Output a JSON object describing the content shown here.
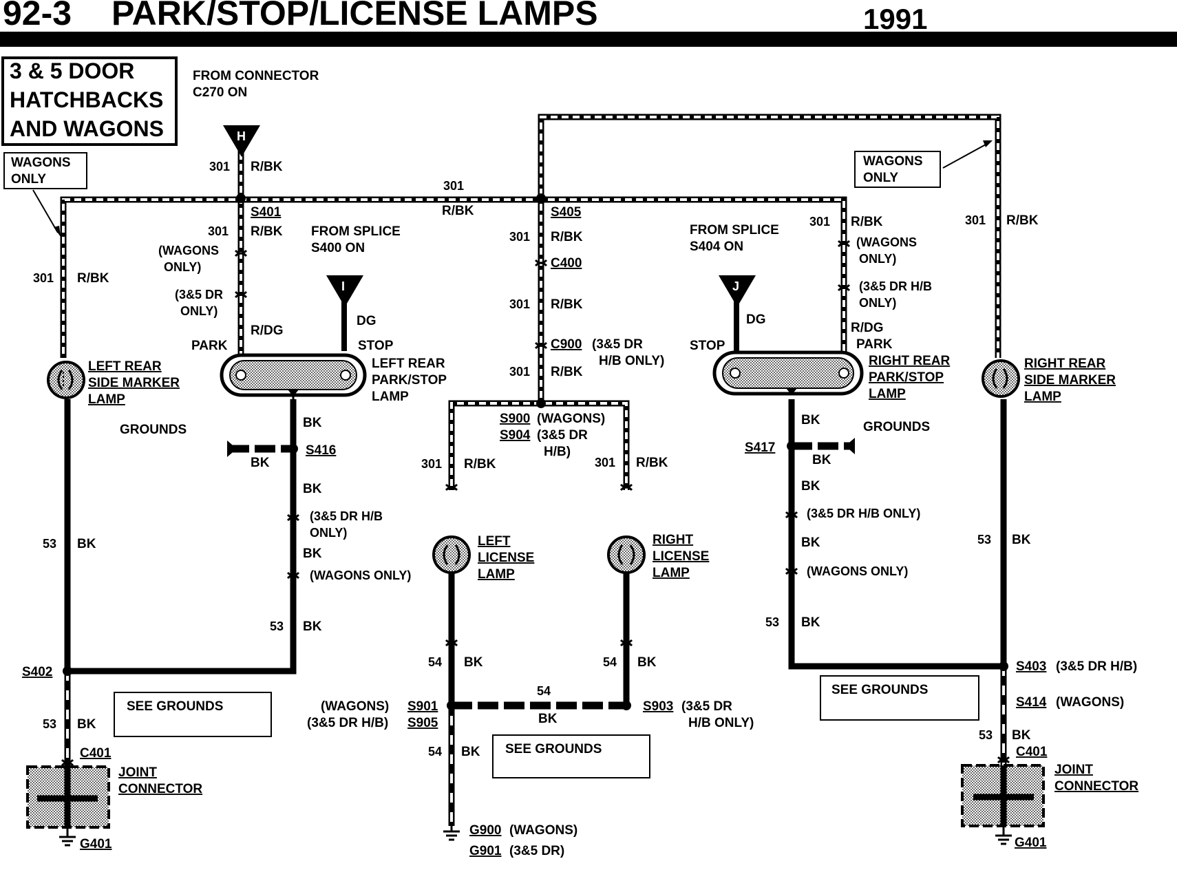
{
  "header": {
    "page_number": "92-3",
    "title": "PARK/STOP/LICENSE LAMPS",
    "year": "1991"
  },
  "vehicle_box": [
    "3 & 5 DOOR",
    "HATCHBACKS",
    "AND WAGONS"
  ],
  "notes": {
    "wagons_only_left": [
      "WAGONS",
      "ONLY"
    ],
    "wagons_only_right": [
      "WAGONS",
      "ONLY"
    ],
    "from_connector": [
      "FROM CONNECTOR",
      "C270 ON"
    ],
    "from_splice_s400": [
      "FROM SPLICE",
      "S400 ON"
    ],
    "from_splice_s404": [
      "FROM SPLICE",
      "S404 ON"
    ],
    "grounds_left": "GROUNDS",
    "grounds_right": "GROUNDS",
    "see_grounds_1": "SEE GROUNDS",
    "see_grounds_2": "SEE GROUNDS",
    "see_grounds_3": "SEE GROUNDS"
  },
  "connectors": {
    "h": "H",
    "i": "I",
    "j": "J"
  },
  "circuits": {
    "c301": "301",
    "c53": "53",
    "c54": "54",
    "rbk": "R/BK",
    "rdg": "R/DG",
    "dg": "DG",
    "bk": "BK"
  },
  "qualifiers": {
    "wagons_only_1": "(WAGONS",
    "wagons_only_2": "ONLY)",
    "dr_only_1": "(3&5 DR",
    "dr_only_2": "ONLY)",
    "wagons_only_r1": "(WAGONS",
    "wagons_only_r2": "ONLY)",
    "hb_only_1": "(3&5 DR H/B",
    "hb_only_2": "ONLY)",
    "c900_q1": "(3&5 DR",
    "c900_q2": "H/B ONLY)",
    "s900_q": "(WAGONS)",
    "s904_q1": "(3&5 DR",
    "s904_q2": "H/B)",
    "left_hb_1": "(3&5 DR H/B",
    "left_hb_2": "ONLY)",
    "left_wagons": "(WAGONS ONLY)",
    "right_hb": "(3&5 DR H/B ONLY)",
    "right_wagons": "(WAGONS ONLY)",
    "s901_q": "(WAGONS)",
    "s905_q": "(3&5 DR H/B)",
    "s903_q1": "(3&5 DR",
    "s903_q2": "H/B ONLY)",
    "s403_q": "(3&5 DR H/B)",
    "s414_q": "(WAGONS)",
    "g900_q": "(WAGONS)",
    "g901_q": "(3&5 DR)"
  },
  "splices": {
    "s401": "S401",
    "s405": "S405",
    "c400": "C400",
    "c900": "C900",
    "s900": "S900",
    "s904": "S904",
    "s416": "S416",
    "s417": "S417",
    "s402": "S402",
    "s403": "S403",
    "s414": "S414",
    "s901": "S901",
    "s905": "S905",
    "s903": "S903",
    "c401_left": "C401",
    "c401_right": "C401",
    "g401_left": "G401",
    "g401_right": "G401",
    "g900": "G900",
    "g901": "G901"
  },
  "pins": {
    "park_l": "PARK",
    "stop_l": "STOP",
    "stop_r": "STOP",
    "park_r": "PARK"
  },
  "components": {
    "left_side_marker": [
      "LEFT REAR",
      "SIDE MARKER",
      "LAMP"
    ],
    "left_park_stop": [
      "LEFT REAR",
      "PARK/STOP",
      "LAMP"
    ],
    "right_park_stop": [
      "RIGHT REAR",
      "PARK/STOP",
      "LAMP"
    ],
    "right_side_marker": [
      "RIGHT REAR",
      "SIDE MARKER",
      "LAMP"
    ],
    "left_license": [
      "LEFT",
      "LICENSE",
      "LAMP"
    ],
    "right_license": [
      "RIGHT",
      "LICENSE",
      "LAMP"
    ],
    "joint_left": [
      "JOINT",
      "CONNECTOR"
    ],
    "joint_right": [
      "JOINT",
      "CONNECTOR"
    ]
  },
  "colors": {
    "ink": "#000000",
    "paper": "#ffffff",
    "shade": "#bdbdbd"
  }
}
